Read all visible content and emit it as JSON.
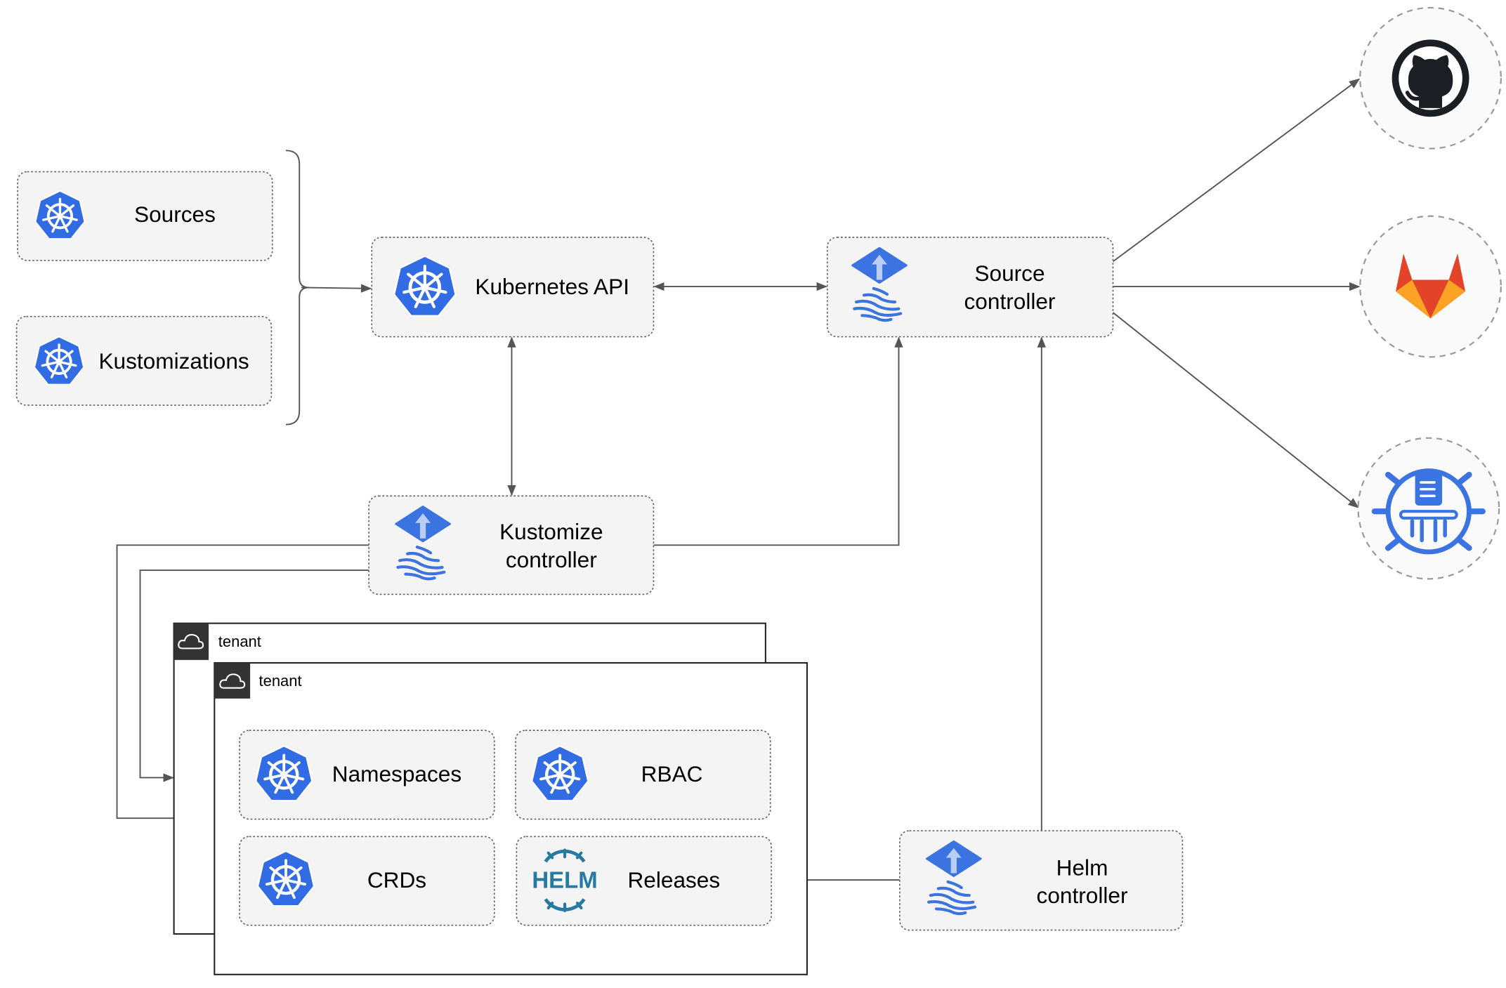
{
  "nodes": {
    "sources": "Sources",
    "kustomizations": "Kustomizations",
    "kubernetes_api": "Kubernetes API",
    "source_controller": [
      "Source",
      "controller"
    ],
    "kustomize_controller": [
      "Kustomize",
      "controller"
    ],
    "helm_controller": [
      "Helm",
      "controller"
    ],
    "namespaces": "Namespaces",
    "rbac": "RBAC",
    "crds": "CRDs",
    "releases": "Releases"
  },
  "tenants": [
    "tenant",
    "tenant"
  ],
  "external_sources": [
    "github-icon",
    "gitlab-icon",
    "bucket-repository-icon"
  ],
  "logos": {
    "helm": "HELM"
  },
  "colors": {
    "kubernetes_blue": "#326CE5",
    "flux_blue": "#3B73E0",
    "helm_blue": "#277A9F",
    "gitlab_orange": "#E24329",
    "github_dark": "#1B1F23"
  }
}
